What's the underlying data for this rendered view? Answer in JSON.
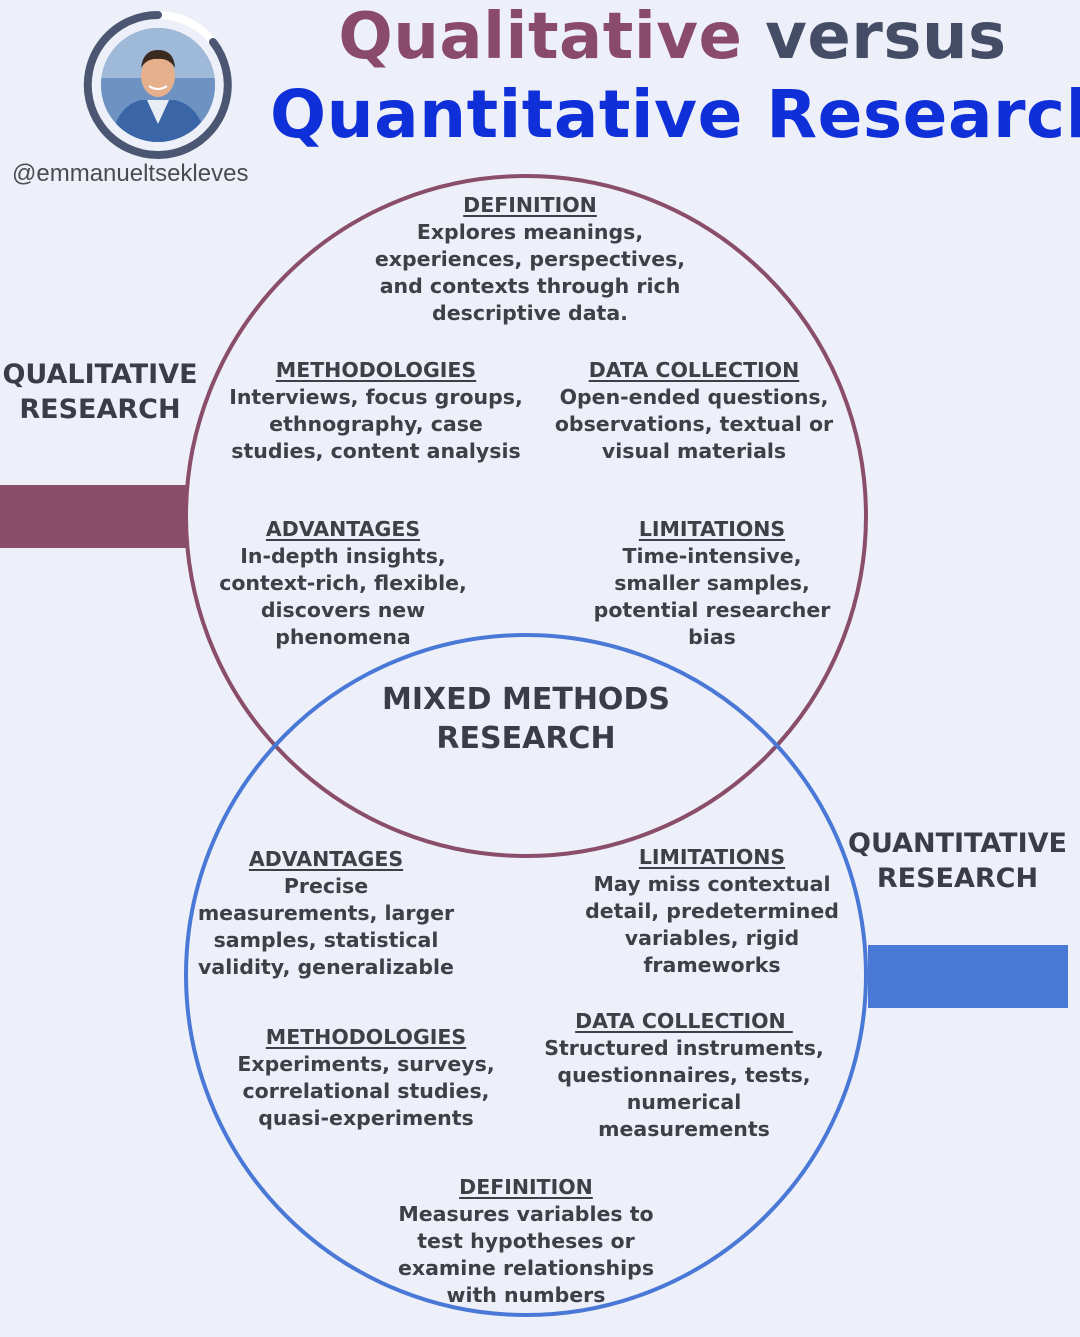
{
  "author": {
    "handle": "@emmanueltsekleves"
  },
  "title": {
    "word_qualitative": "Qualitative",
    "word_versus": "versus",
    "line2": "Quantitative Research"
  },
  "labels": {
    "qualitative": [
      "QUALITATIVE",
      "RESEARCH"
    ],
    "quantitative": [
      "QUANTITATIVE",
      "RESEARCH"
    ],
    "mixed": [
      "MIXED METHODS",
      "RESEARCH"
    ]
  },
  "qualitative": {
    "definition": {
      "heading": "DEFINITION",
      "lines": [
        "Explores meanings,",
        "experiences, perspectives,",
        "and contexts through rich",
        "descriptive data."
      ]
    },
    "methodologies": {
      "heading": "METHODOLOGIES",
      "lines": [
        "Interviews, focus groups,",
        "ethnography, case",
        "studies, content analysis"
      ]
    },
    "data_collection": {
      "heading": "DATA COLLECTION",
      "lines": [
        "Open-ended questions,",
        "observations, textual or",
        "visual materials"
      ]
    },
    "advantages": {
      "heading": "ADVANTAGES",
      "lines": [
        "In-depth insights,",
        "context-rich, flexible,",
        "discovers new",
        "phenomena"
      ]
    },
    "limitations": {
      "heading": "LIMITATIONS",
      "lines": [
        "Time-intensive,",
        "smaller samples,",
        "potential researcher",
        "bias"
      ]
    }
  },
  "quantitative": {
    "advantages": {
      "heading": "ADVANTAGES",
      "lines": [
        "Precise",
        "measurements, larger",
        "samples, statistical",
        "validity, generalizable"
      ]
    },
    "limitations": {
      "heading": "LIMITATIONS",
      "lines": [
        "May miss contextual",
        "detail, predetermined",
        "variables, rigid",
        "frameworks"
      ]
    },
    "methodologies": {
      "heading": "METHODOLOGIES",
      "lines": [
        "Experiments, surveys,",
        "correlational studies,",
        "quasi-experiments"
      ]
    },
    "data_collection": {
      "heading": "DATA COLLECTION ",
      "lines": [
        "Structured instruments,",
        "questionnaires, tests,",
        "numerical",
        "measurements"
      ]
    },
    "definition": {
      "heading": "DEFINITION",
      "lines": [
        "Measures variables to",
        "test hypotheses or",
        "examine relationships",
        "with numbers"
      ]
    }
  },
  "colors": {
    "qualitative": "#8a4d6a",
    "quantitative": "#4a78d6",
    "title_blue": "#0f2fd8",
    "background": "#edf0f8"
  },
  "icons": [
    "avatar-photo",
    "progress-ring"
  ]
}
